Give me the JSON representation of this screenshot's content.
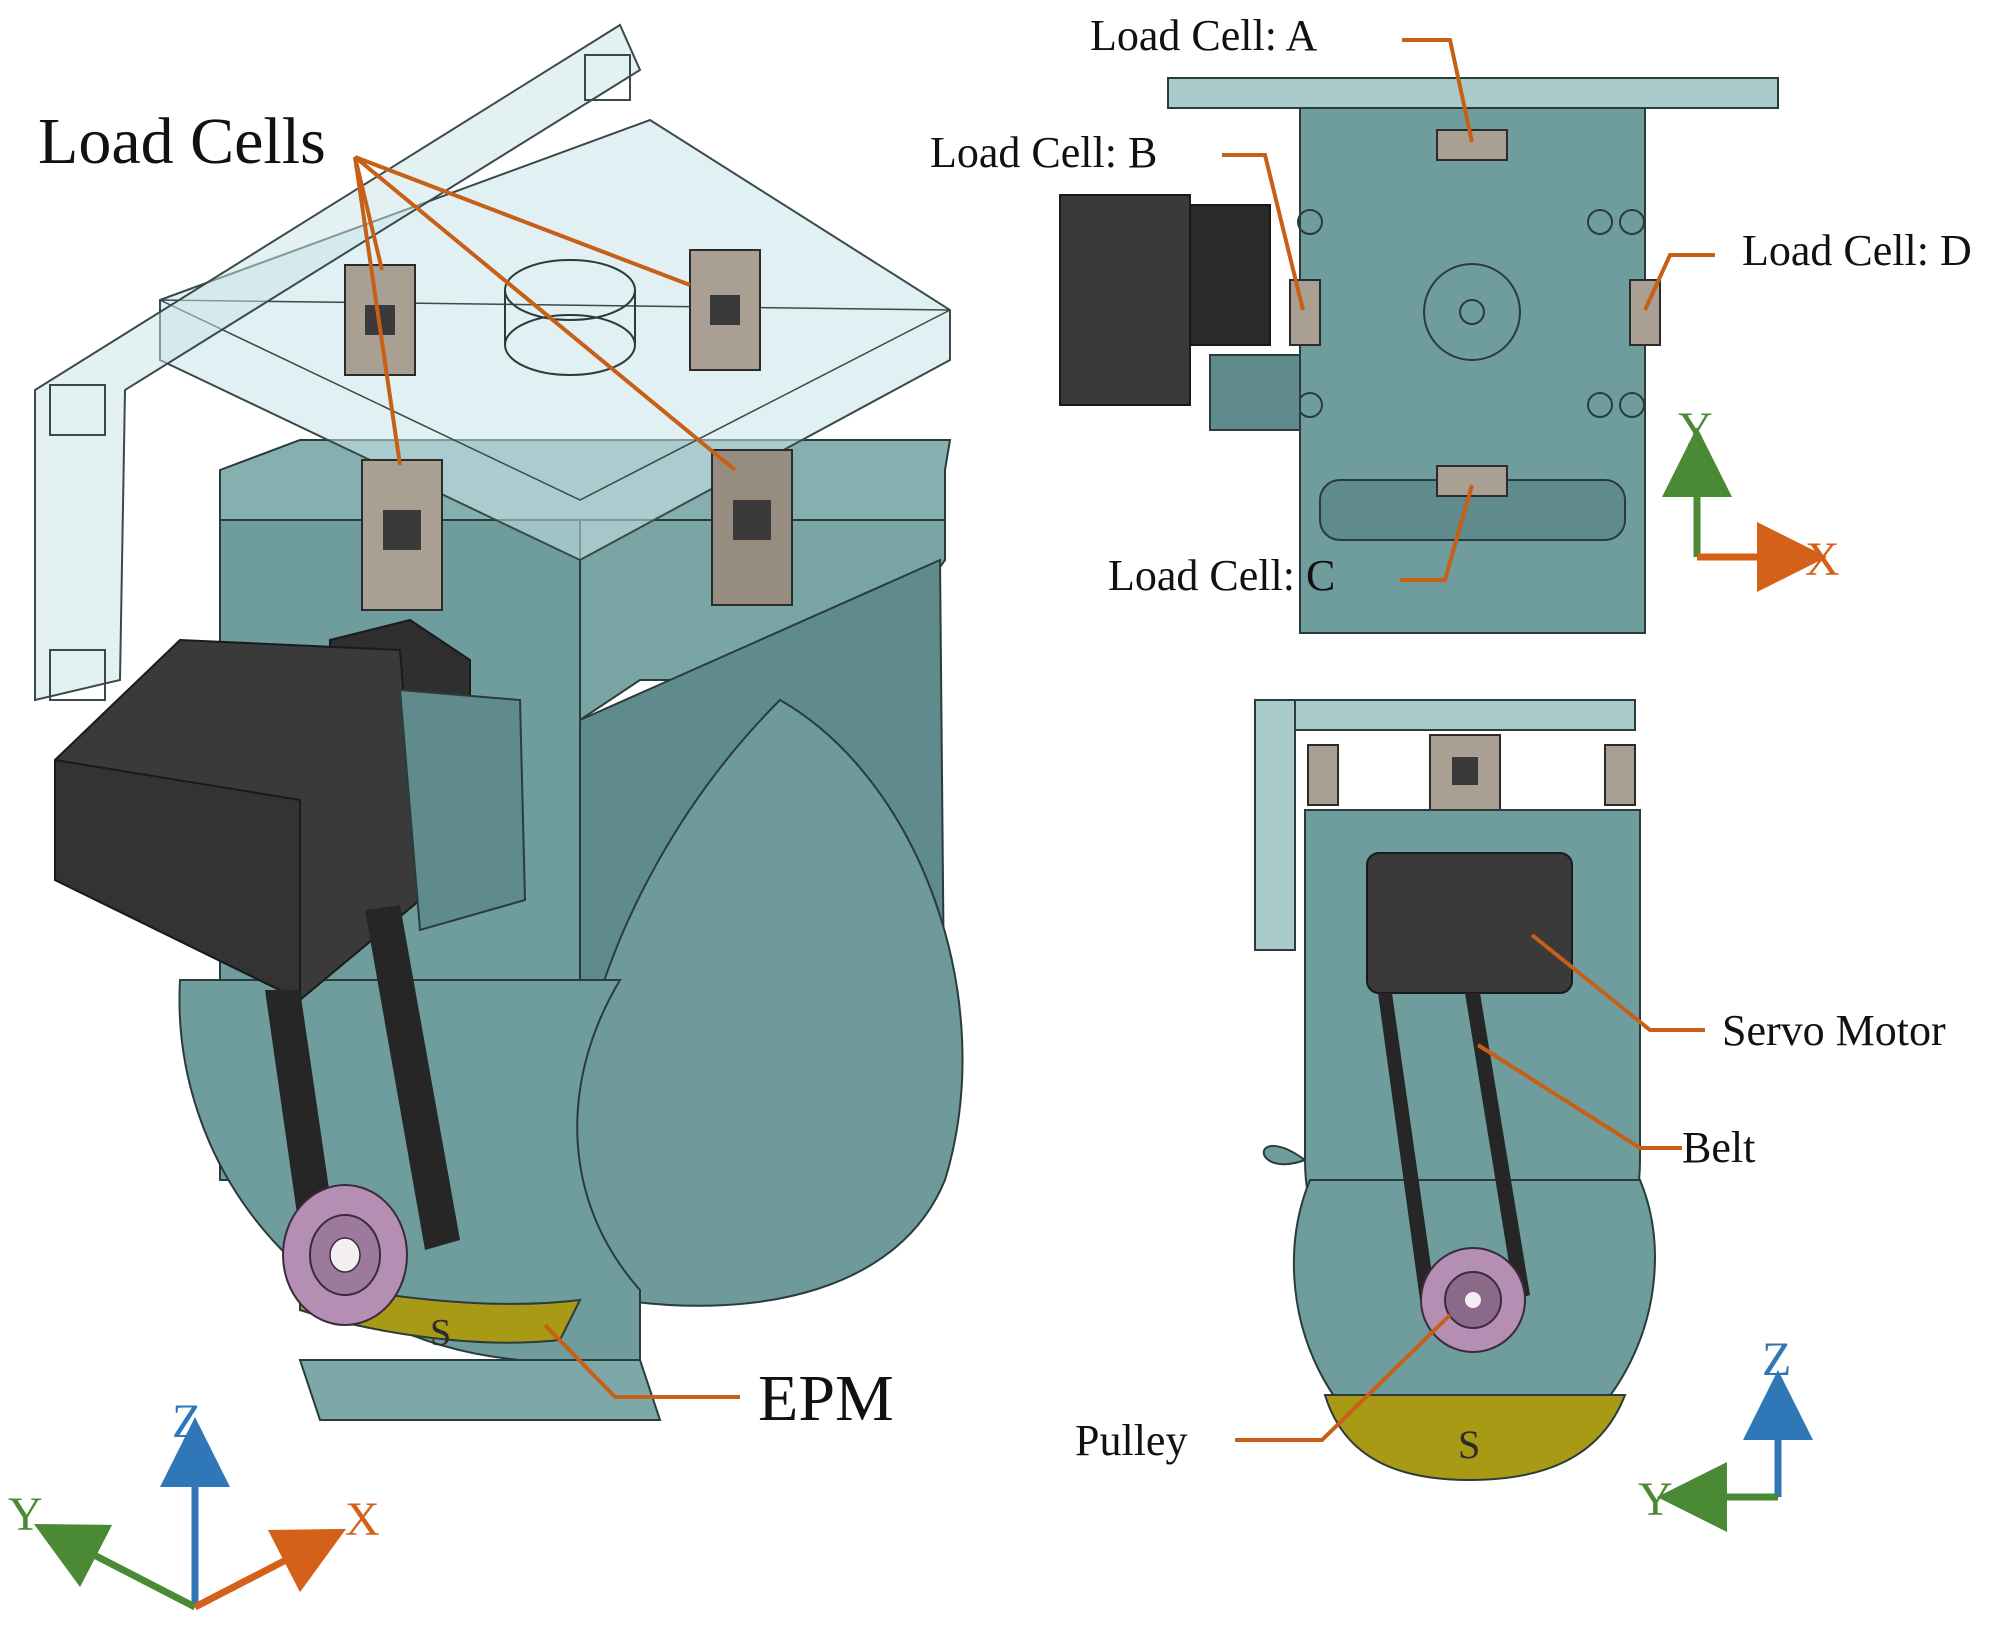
{
  "labels": {
    "load_cells": "Load Cells",
    "load_cell_a": "Load Cell: A",
    "load_cell_b": "Load Cell: B",
    "load_cell_c": "Load Cell: C",
    "load_cell_d": "Load Cell: D",
    "epm": "EPM",
    "servo_motor": "Servo Motor",
    "belt": "Belt",
    "pulley": "Pulley",
    "magnet_mark": "S"
  },
  "axes": {
    "iso": {
      "z": "Z",
      "y": "Y",
      "x": "X"
    },
    "top_view": {
      "y": "Y",
      "x": "X"
    },
    "side_view": {
      "z": "Z",
      "y": "Y"
    }
  },
  "colors": {
    "body": "#6f9c9c",
    "body_light": "#86b0b0",
    "body_dark": "#557f80",
    "glass": "#c8e4e8",
    "motor": "#3a3a3a",
    "pulley": "#b58fb3",
    "magnet": "#a89a14",
    "leader": "#c85f17",
    "axis_x": "#d4601a",
    "axis_y": "#4b8a35",
    "axis_z": "#2f77b6",
    "load_cell": "#a99f92"
  }
}
